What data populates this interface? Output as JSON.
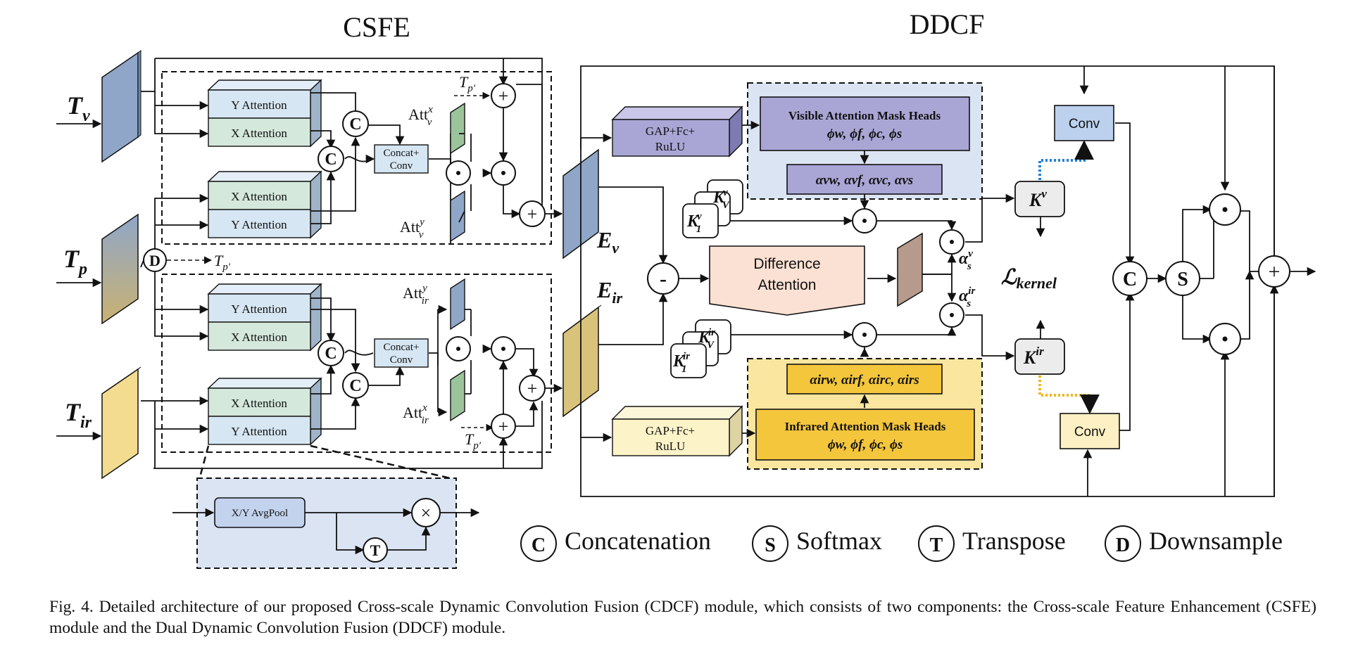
{
  "titles": {
    "csfe": "CSFE",
    "ddcf": "DDCF"
  },
  "inputs": {
    "tv": "T",
    "tv_sub": "v",
    "tp": "T",
    "tp_sub": "p",
    "tir": "T",
    "tir_sub": "ir"
  },
  "csfe": {
    "y_attention": "Y Attention",
    "x_attention": "X Attention",
    "concat_conv": [
      "Concat+",
      "Conv"
    ],
    "tp_prime": "T",
    "tp_prime_sub": "p′",
    "att_v_x": "Att",
    "att_v_x_sup": "x",
    "att_v_x_sub": "v",
    "att_v_y": "Att",
    "att_v_y_sup": "y",
    "att_v_y_sub": "v",
    "att_ir_y": "Att",
    "att_ir_y_sup": "y",
    "att_ir_y_sub": "ir",
    "att_ir_x": "Att",
    "att_ir_x_sup": "x",
    "att_ir_x_sub": "ir",
    "ev": "E",
    "ev_sub": "v",
    "eir": "E",
    "eir_sub": "ir",
    "avgpool": "X/Y AvgPool"
  },
  "ddcf": {
    "gap": [
      "GAP+Fc+",
      "RuLU"
    ],
    "visible_heads": "Visible Attention Mask Heads",
    "infrared_heads": "Infrared Attention Mask Heads",
    "phi_row": "ϕw, ϕf, ϕc, ϕs",
    "alpha_v_row": "αvw, αvf, αvc, αvs",
    "alpha_ir_row": "αirw, αirf, αirc, αirs",
    "difference_attention": [
      "Difference",
      "Attention"
    ],
    "kv_top": "K",
    "kv_top_sub": "V",
    "kv_top_sup": "v",
    "kv_bottom": "K",
    "kv_bottom_sub": "1",
    "kv_bottom_sup": "v",
    "kir_top": "K",
    "kir_top_sub": "V",
    "kir_top_sup": "ir",
    "kir_bottom": "K",
    "kir_bottom_sub": "1",
    "kir_bottom_sup": "ir",
    "kv_out": "K",
    "kv_out_sup": "v",
    "kir_out": "K",
    "kir_out_sup": "ir",
    "alpha_s_v": "α",
    "alpha_s_v_sub": "s",
    "alpha_s_v_sup": "v",
    "alpha_s_ir": "α",
    "alpha_s_ir_sub": "s",
    "alpha_s_ir_sup": "ir",
    "loss": "ℒ",
    "loss_sub": "kernel",
    "conv": "Conv"
  },
  "operators": {
    "concat": "C",
    "softmax": "S",
    "transpose": "T",
    "downsample": "D",
    "plus": "+",
    "dot": "⊙",
    "minus": "-",
    "times": "×"
  },
  "legend": [
    {
      "symbol": "C",
      "label": "Concatenation"
    },
    {
      "symbol": "S",
      "label": "Softmax"
    },
    {
      "symbol": "T",
      "label": "Transpose"
    },
    {
      "symbol": "D",
      "label": "Downsample"
    }
  ],
  "caption": "Fig. 4.  Detailed architecture of our proposed Cross-scale Dynamic Convolution Fusion (CDCF) module, which consists of two components: the Cross-scale Feature Enhancement (CSFE) module and the Dual Dynamic Convolution Fusion (DDCF) module.",
  "colors": {
    "blue_feature": "#8fa6c8",
    "gold_feature": "#d9c37a",
    "green_att": "#9cc49c",
    "x_att_fill": "#d4e8dc",
    "y_att_fill": "#d6e6f2",
    "visible_panel": "#dbe4f3",
    "visible_box": "#a9a6d6",
    "infrared_panel": "#fbe6a0",
    "infrared_box": "#f4c63c",
    "gap_v": "#a9a6d6",
    "gap_ir": "#fdf3c8",
    "diff_att": "#fbe1d3",
    "conv_blue": "#bcd1ee",
    "conv_gold": "#fdf0c4",
    "dotted_blue": "#1e7fd6",
    "dotted_gold": "#f0b41e"
  }
}
